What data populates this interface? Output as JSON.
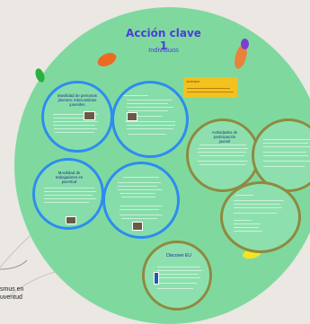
{
  "header": {
    "title": "Acción clave 1",
    "subtitle": "Individuos"
  },
  "rings": {
    "r1": "Movilidad de personas jóvenes: Intercambios juveniles",
    "r3": "Movilidad de trabajadores en juventud",
    "r5": "Actividades de participación juvenil",
    "r8": "Discover EU"
  },
  "note": {
    "title": "Juventud"
  },
  "footer": {
    "line1": "smus en",
    "line2": "uventud"
  },
  "colors": {
    "circle": "#7fd99f",
    "blue_ring": "#2d8cf0",
    "olive_ring": "#8e8a3f",
    "title": "#4a3ed8",
    "note": "#f3c21f"
  }
}
